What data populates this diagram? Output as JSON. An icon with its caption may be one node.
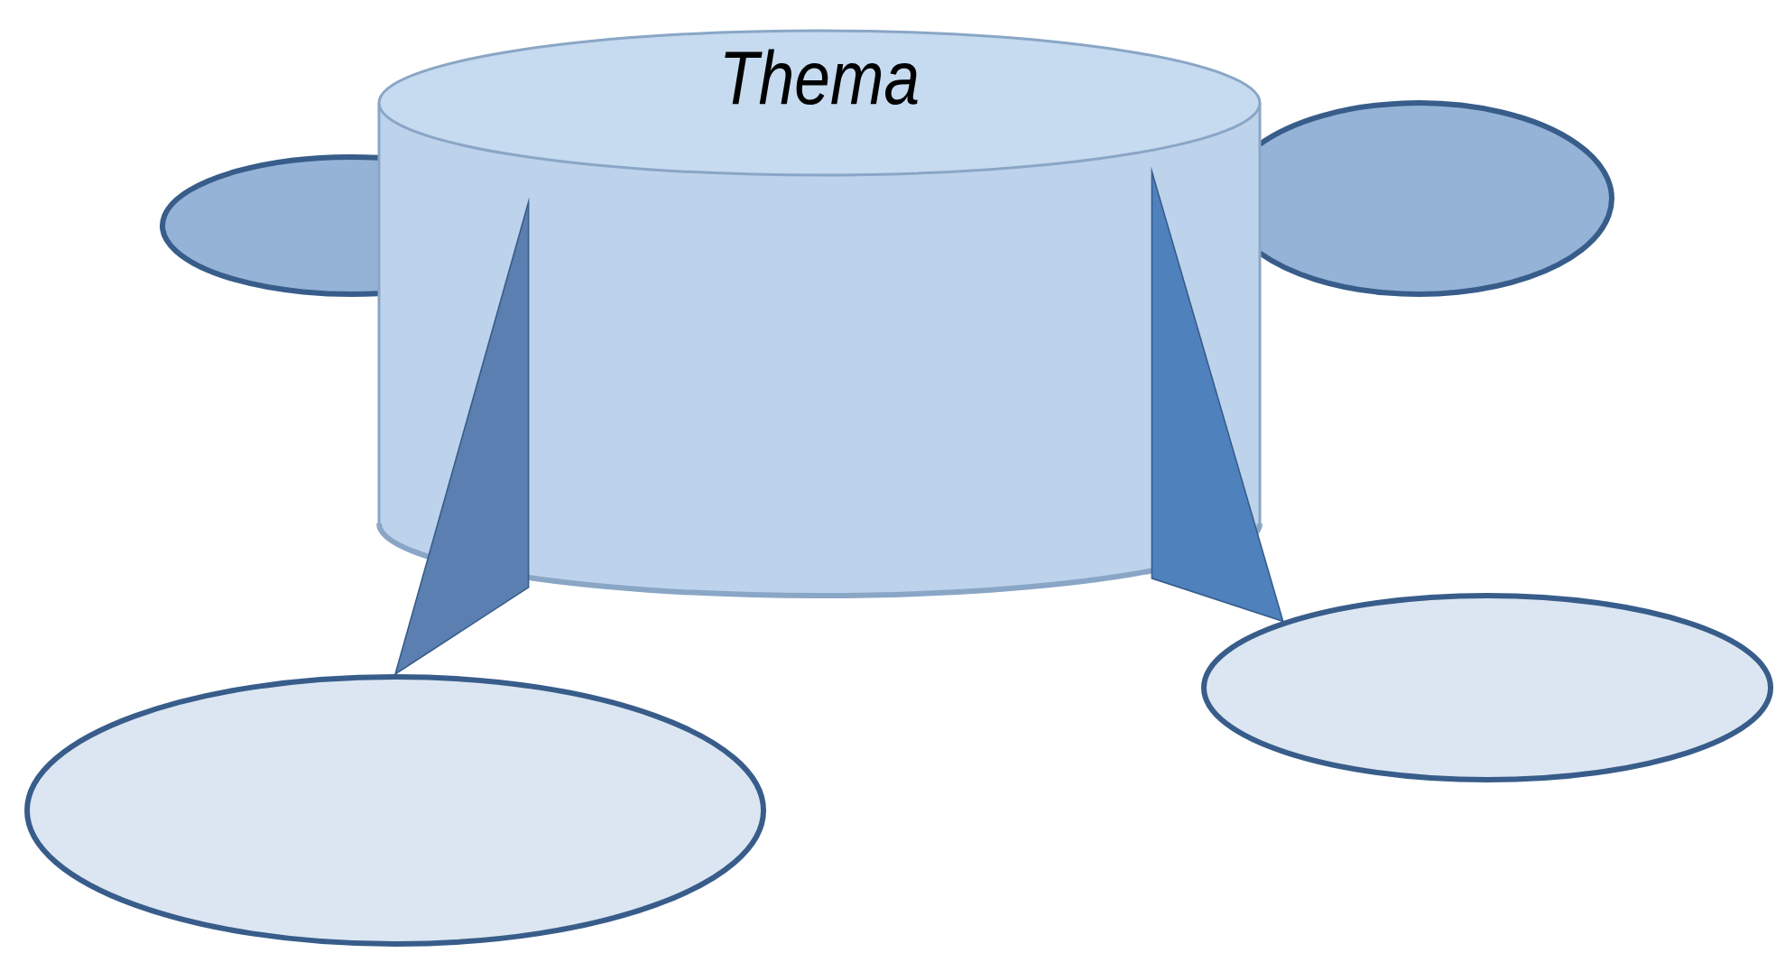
{
  "diagram": {
    "nodes": [
      {
        "text": [
          "Thema"
        ]
      },
      {
        "text": [],
        "shape": "ellipse"
      },
      {
        "text": [],
        "shape": "ellipse"
      },
      {
        "text": [],
        "shape": "ellipse"
      },
      {
        "text": [],
        "shape": "ellipse"
      }
    ],
    "edges": [
      {
        "from": 0,
        "to": 3,
        "arrow": "none"
      },
      {
        "from": 0,
        "to": 4,
        "arrow": "none"
      }
    ]
  }
}
